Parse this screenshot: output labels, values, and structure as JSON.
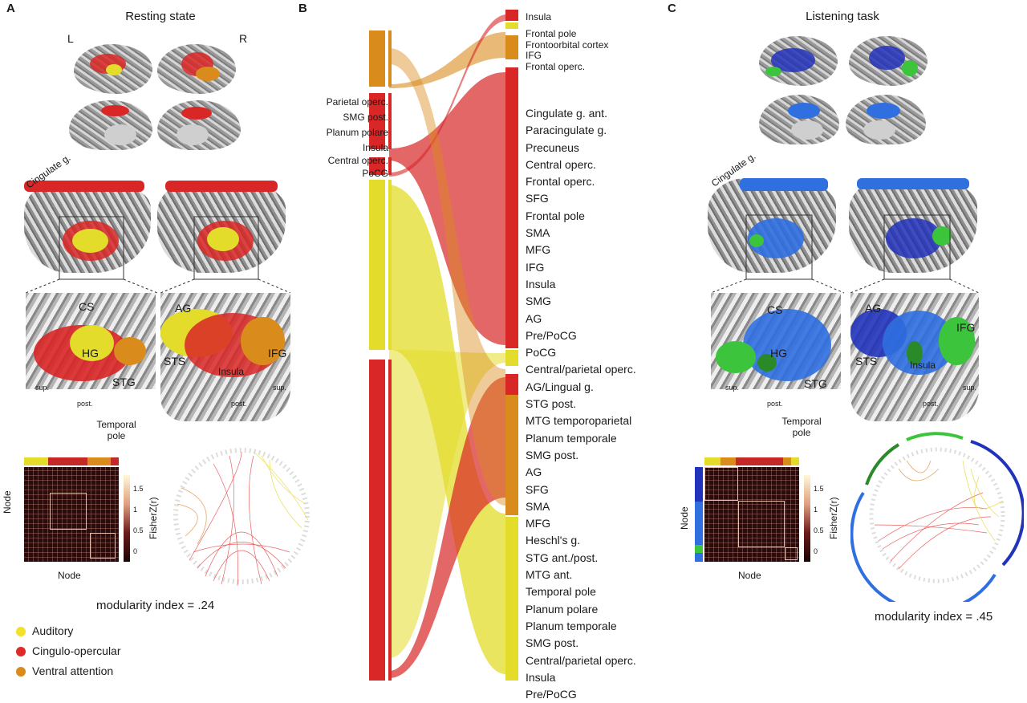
{
  "panels": {
    "a": {
      "letter": "A",
      "title": "Resting state",
      "left": "L",
      "right": "R"
    },
    "b": {
      "letter": "B"
    },
    "c": {
      "letter": "C",
      "title": "Listening task"
    }
  },
  "brain_labels_a": {
    "cingulate": "Cingulate g.",
    "cs": "CS",
    "hg": "HG",
    "stg": "STG",
    "ag": "AG",
    "sts": "STS",
    "ifg": "IFG",
    "insula": "Insula",
    "sup_left": "sup.",
    "post_left": "post.",
    "sup_right": "sup.",
    "post_right": "post.",
    "temporal_pole": "Temporal pole"
  },
  "brain_labels_c": {
    "cingulate": "Cingulate g.",
    "cs": "CS",
    "hg": "HG",
    "stg": "STG",
    "ag": "AG",
    "sts": "STS",
    "ifg": "IFG",
    "insula": "Insula",
    "sup_left": "sup.",
    "post_left": "post.",
    "sup_right": "sup.",
    "post_right": "post.",
    "temporal_pole": "Temporal pole"
  },
  "matrix_a": {
    "ylabel": "Node",
    "xlabel": "Node",
    "cbar_label": "FisherZ(r)",
    "ticks": [
      "1.5",
      "1",
      "0.5",
      "0"
    ]
  },
  "matrix_c": {
    "ylabel": "Node",
    "xlabel": "Node",
    "cbar_label": "FisherZ(r)",
    "ticks": [
      "1.5",
      "1",
      "0.5",
      "0"
    ]
  },
  "modularity_a": "modularity index = .24",
  "modularity_c": "modularity index = .45",
  "legend": [
    {
      "label": "Auditory",
      "color": "#f2e12a"
    },
    {
      "label": "Cingulo-opercular",
      "color": "#e02a2a"
    },
    {
      "label": "Ventral attention",
      "color": "#d98b1c"
    }
  ],
  "colors": {
    "auditory": "#e3dc2a",
    "cingulo": "#d92626",
    "ventral": "#d98b1c",
    "blue": "#2f6fe0",
    "darkblue": "#2233bb",
    "green": "#3cc43c"
  },
  "sankey_left_labels": [
    "Parietal operc.",
    "SMG post.",
    "Planum polare",
    "Insula",
    "Central operc.",
    "PoCG"
  ],
  "sankey_right_labels_small": [
    "Insula",
    "Frontal pole",
    "Frontoorbital cortex",
    "IFG",
    "Frontal operc."
  ],
  "sankey_right_labels": [
    "Cingulate g. ant.",
    "Paracingulate g.",
    "Precuneus",
    "Central operc.",
    "Frontal operc.",
    "SFG",
    "Frontal pole",
    "SMA",
    "MFG",
    "IFG",
    "Insula",
    "SMG",
    "AG",
    "Pre/PoCG",
    "PoCG",
    "Central/parietal operc.",
    "AG/Lingual g.",
    "STG post.",
    "MTG temporoparietal",
    "Planum temporale",
    "SMG post.",
    "AG",
    "SFG",
    "SMA",
    "MFG",
    "Heschl's g.",
    "STG ant./post.",
    "MTG ant.",
    "Temporal pole",
    "Planum polare",
    "Planum temporale",
    "SMG post.",
    "Central/parietal operc.",
    "Insula",
    "Pre/PoCG"
  ]
}
